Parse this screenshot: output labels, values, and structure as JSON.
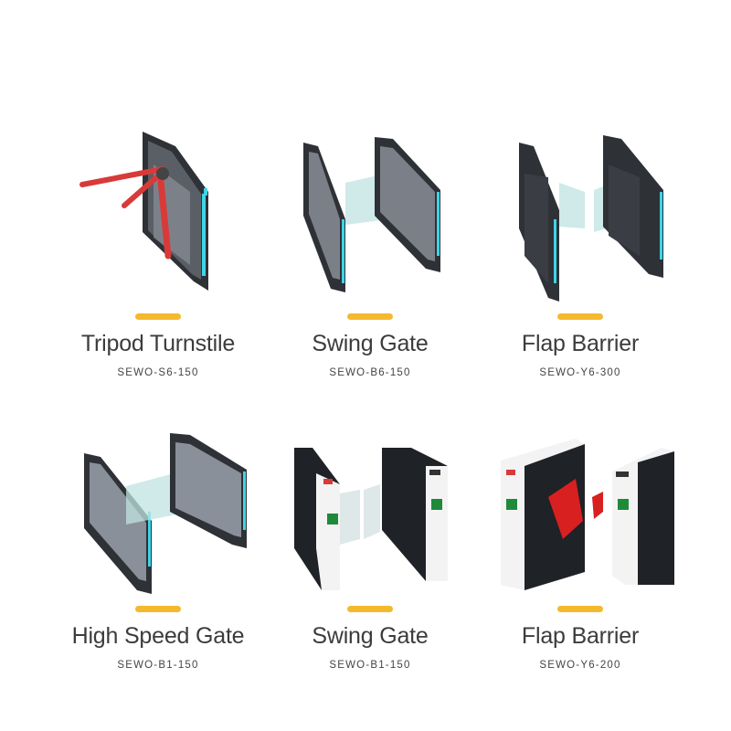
{
  "products": [
    {
      "id": "tripod-turnstile",
      "title": "Tripod Turnstile",
      "model": "SEWO-S6-150",
      "icon": "tripod-turnstile-icon"
    },
    {
      "id": "swing-gate-b6",
      "title": "Swing Gate",
      "model": "SEWO-B6-150",
      "icon": "swing-gate-icon"
    },
    {
      "id": "flap-barrier-y6-300",
      "title": "Flap Barrier",
      "model": "SEWO-Y6-300",
      "icon": "flap-barrier-icon"
    },
    {
      "id": "high-speed-gate",
      "title": "High Speed Gate",
      "model": "SEWO-B1-150",
      "icon": "high-speed-gate-icon"
    },
    {
      "id": "swing-gate-b1",
      "title": "Swing Gate",
      "model": "SEWO-B1-150",
      "icon": "swing-gate-white-icon"
    },
    {
      "id": "flap-barrier-y6-200",
      "title": "Flap Barrier",
      "model": "SEWO-Y6-200",
      "icon": "flap-barrier-white-icon"
    }
  ],
  "colors": {
    "accent_pill": "#f5b92e",
    "frame_dark": "#2e3136",
    "glass": "#bfe3e0",
    "led": "#3fd4e6",
    "arm_red": "#d83a3a",
    "body_white": "#f3f3f3"
  }
}
